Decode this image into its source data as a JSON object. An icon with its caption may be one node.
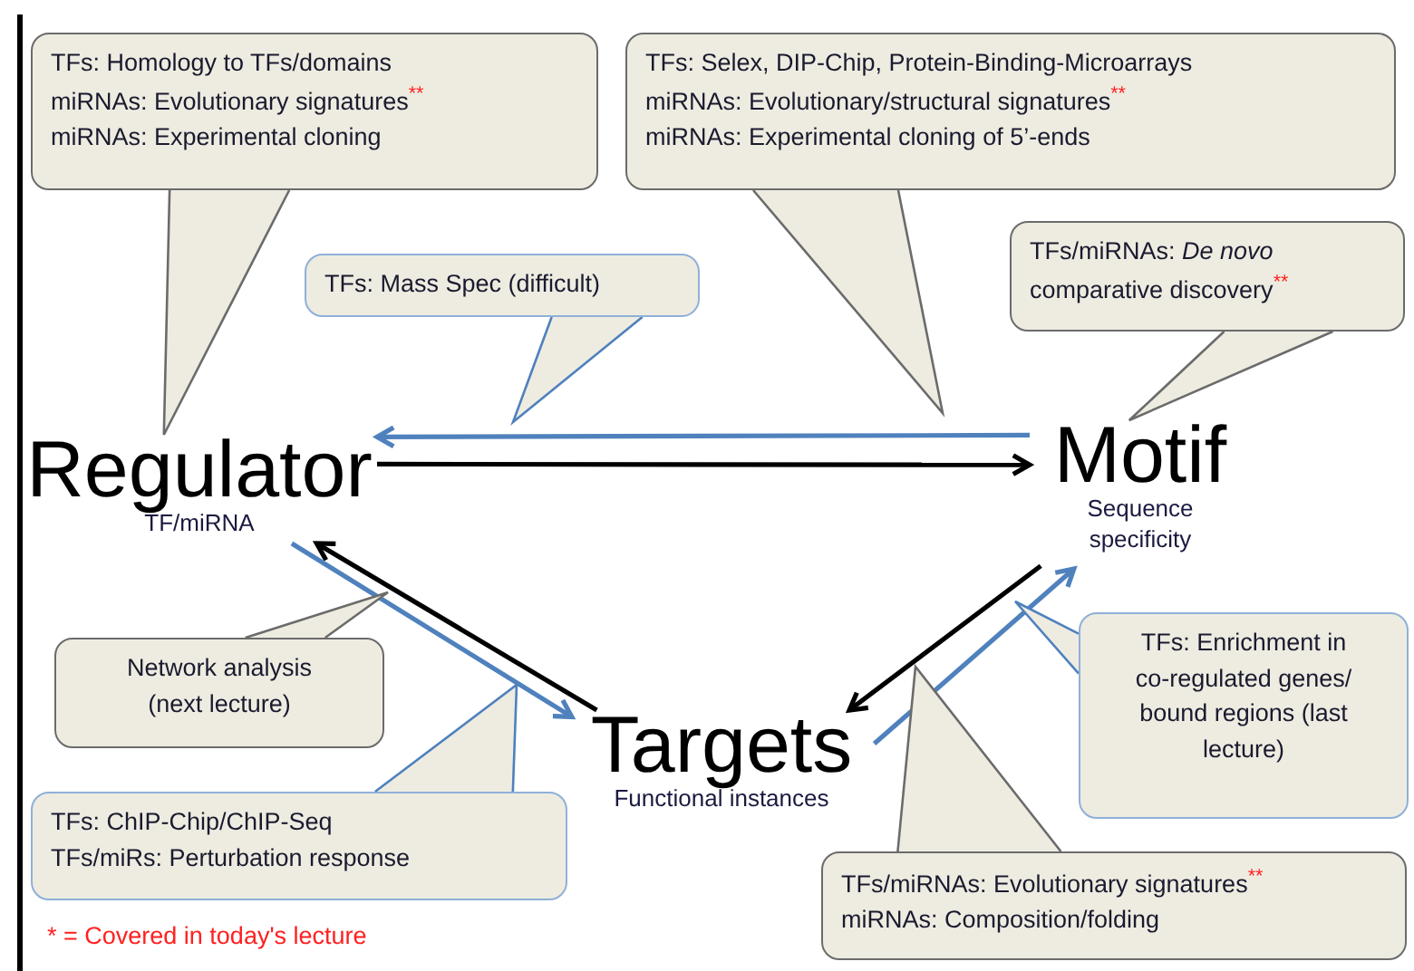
{
  "diagram": {
    "nodes": [
      {
        "text": [
          "Regulator",
          "TF/miRNA"
        ]
      },
      {
        "text": [
          "Motif",
          "Sequence specificity"
        ]
      },
      {
        "text": [
          "Targets",
          "Functional instances"
        ]
      },
      {
        "text": [
          "TFs: Homology to TFs/domains",
          "miRNAs: Evolutionary signatures$^{**}$",
          "miRNAs: Experimental cloning"
        ]
      },
      {
        "text": [
          "TFs: Mass Spec (difficult)"
        ]
      },
      {
        "text": [
          "TFs: Selex, DIP-Chip, Protein-Binding-Microarrays",
          "miRNAs: Evolutionary/structural signatures$^{**}$",
          "miRNAs: Experimental cloning of 5’-ends"
        ]
      },
      {
        "text": [
          "TFs/miRNAs: *De novo* comparative discovery$^{**}$"
        ]
      },
      {
        "text": [
          "Network analysis (next lecture)"
        ]
      },
      {
        "text": [
          "TFs: ChIP-Chip/ChIP-Seq",
          "TFs/miRs: Perturbation response"
        ]
      },
      {
        "text": [
          "TFs: Enrichment in co-regulated genes/ bound regions (last lecture)"
        ]
      },
      {
        "text": [
          "TFs/miRNAs: Evolutionary signatures$^{**}$",
          "miRNAs: Composition/folding"
        ]
      }
    ],
    "edges": [
      {
        "from": 0,
        "to": 1,
        "arrow": "to",
        "color": "#000000"
      },
      {
        "from": 1,
        "to": 0,
        "arrow": "to",
        "color": "#4f81bd"
      },
      {
        "from": 2,
        "to": 0,
        "arrow": "to",
        "color": "#000000"
      },
      {
        "from": 0,
        "to": 2,
        "arrow": "to",
        "color": "#4f81bd"
      },
      {
        "from": 1,
        "to": 2,
        "arrow": "to",
        "color": "#000000"
      },
      {
        "from": 2,
        "to": 1,
        "arrow": "to",
        "color": "#4f81bd"
      },
      {
        "from": 3,
        "to": 0,
        "arrow": "none"
      },
      {
        "from": 4,
        "to": null,
        "arrow": "none",
        "color": "#4f81bd"
      },
      {
        "from": 5,
        "to": null,
        "arrow": "none"
      },
      {
        "from": 6,
        "to": 1,
        "arrow": "none"
      },
      {
        "from": 7,
        "to": null,
        "arrow": "none"
      },
      {
        "from": 8,
        "to": null,
        "arrow": "none",
        "color": "#4f81bd"
      },
      {
        "from": 9,
        "to": null,
        "arrow": "none",
        "color": "#4f81bd"
      },
      {
        "from": 10,
        "to": null,
        "arrow": "none"
      }
    ],
    "labels": [
      "* = Covered in today's lecture"
    ]
  }
}
